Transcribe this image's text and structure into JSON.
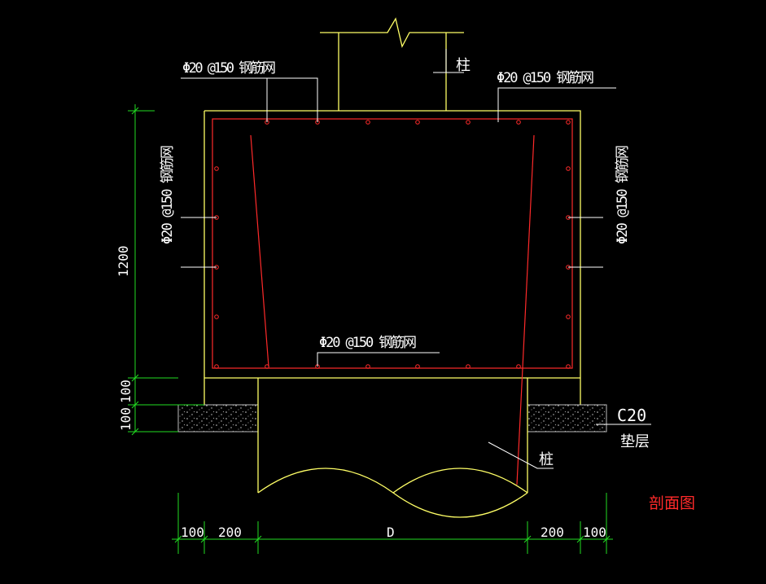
{
  "drawing": {
    "title": "剖面图",
    "labels": {
      "rebar_top_left": "Φ20 @150 钢筋网",
      "rebar_top_right": "Φ20 @150 钢筋网",
      "rebar_left": "Φ20 @150 钢筋网",
      "rebar_right": "Φ20 @150 钢筋网",
      "rebar_bottom": "Φ20 @150 钢筋网",
      "column": "柱",
      "pile": "桩",
      "cushion_grade": "C20",
      "cushion_name": "垫层"
    },
    "dimensions": {
      "height": "1200",
      "v_100_upper": "100",
      "v_100_lower": "100",
      "b_100_left": "100",
      "b_200_left": "200",
      "b_d": "D",
      "b_200_right": "200",
      "b_100_right": "100"
    },
    "colors": {
      "background": "#000000",
      "outline": "#ffff66",
      "rebar": "#ff2a2a",
      "dimension": "#22dd22",
      "text": "#ffffff",
      "title": "#ff2a2a",
      "leader": "#ffffff",
      "cushion": "#bdbdbd"
    }
  }
}
